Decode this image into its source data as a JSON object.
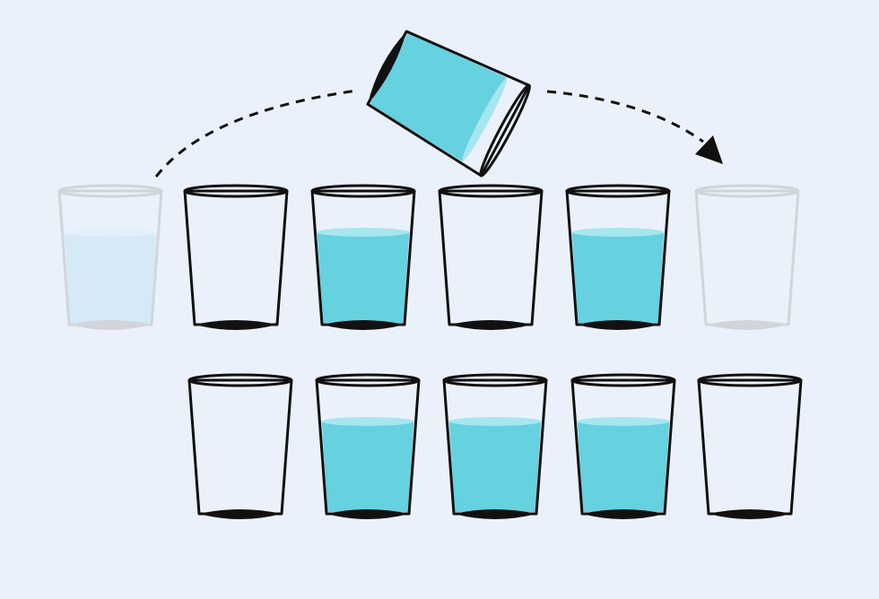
{
  "colors": {
    "background": "#ebf1fa",
    "water": "#66d1df",
    "water_surface": "#a6e6ef",
    "water_faded": "#d3e9f6",
    "glass_outline": "#111111",
    "glass_faded_outline": "#cfd3d8",
    "arrow": "#111111"
  },
  "puzzle": {
    "row_1": [
      {
        "state": "full",
        "ghost": true
      },
      {
        "state": "empty",
        "ghost": false
      },
      {
        "state": "full",
        "ghost": false
      },
      {
        "state": "empty",
        "ghost": false
      },
      {
        "state": "full",
        "ghost": false
      },
      {
        "state": "empty",
        "ghost": true
      }
    ],
    "row_2": [
      {
        "state": "empty"
      },
      {
        "state": "full"
      },
      {
        "state": "full"
      },
      {
        "state": "full"
      },
      {
        "state": "empty"
      }
    ],
    "moving_glass": {
      "state": "full",
      "action": "pour"
    },
    "move_arrow": {
      "from": "row_1.0",
      "to": "row_1.5",
      "style": "dashed"
    }
  }
}
